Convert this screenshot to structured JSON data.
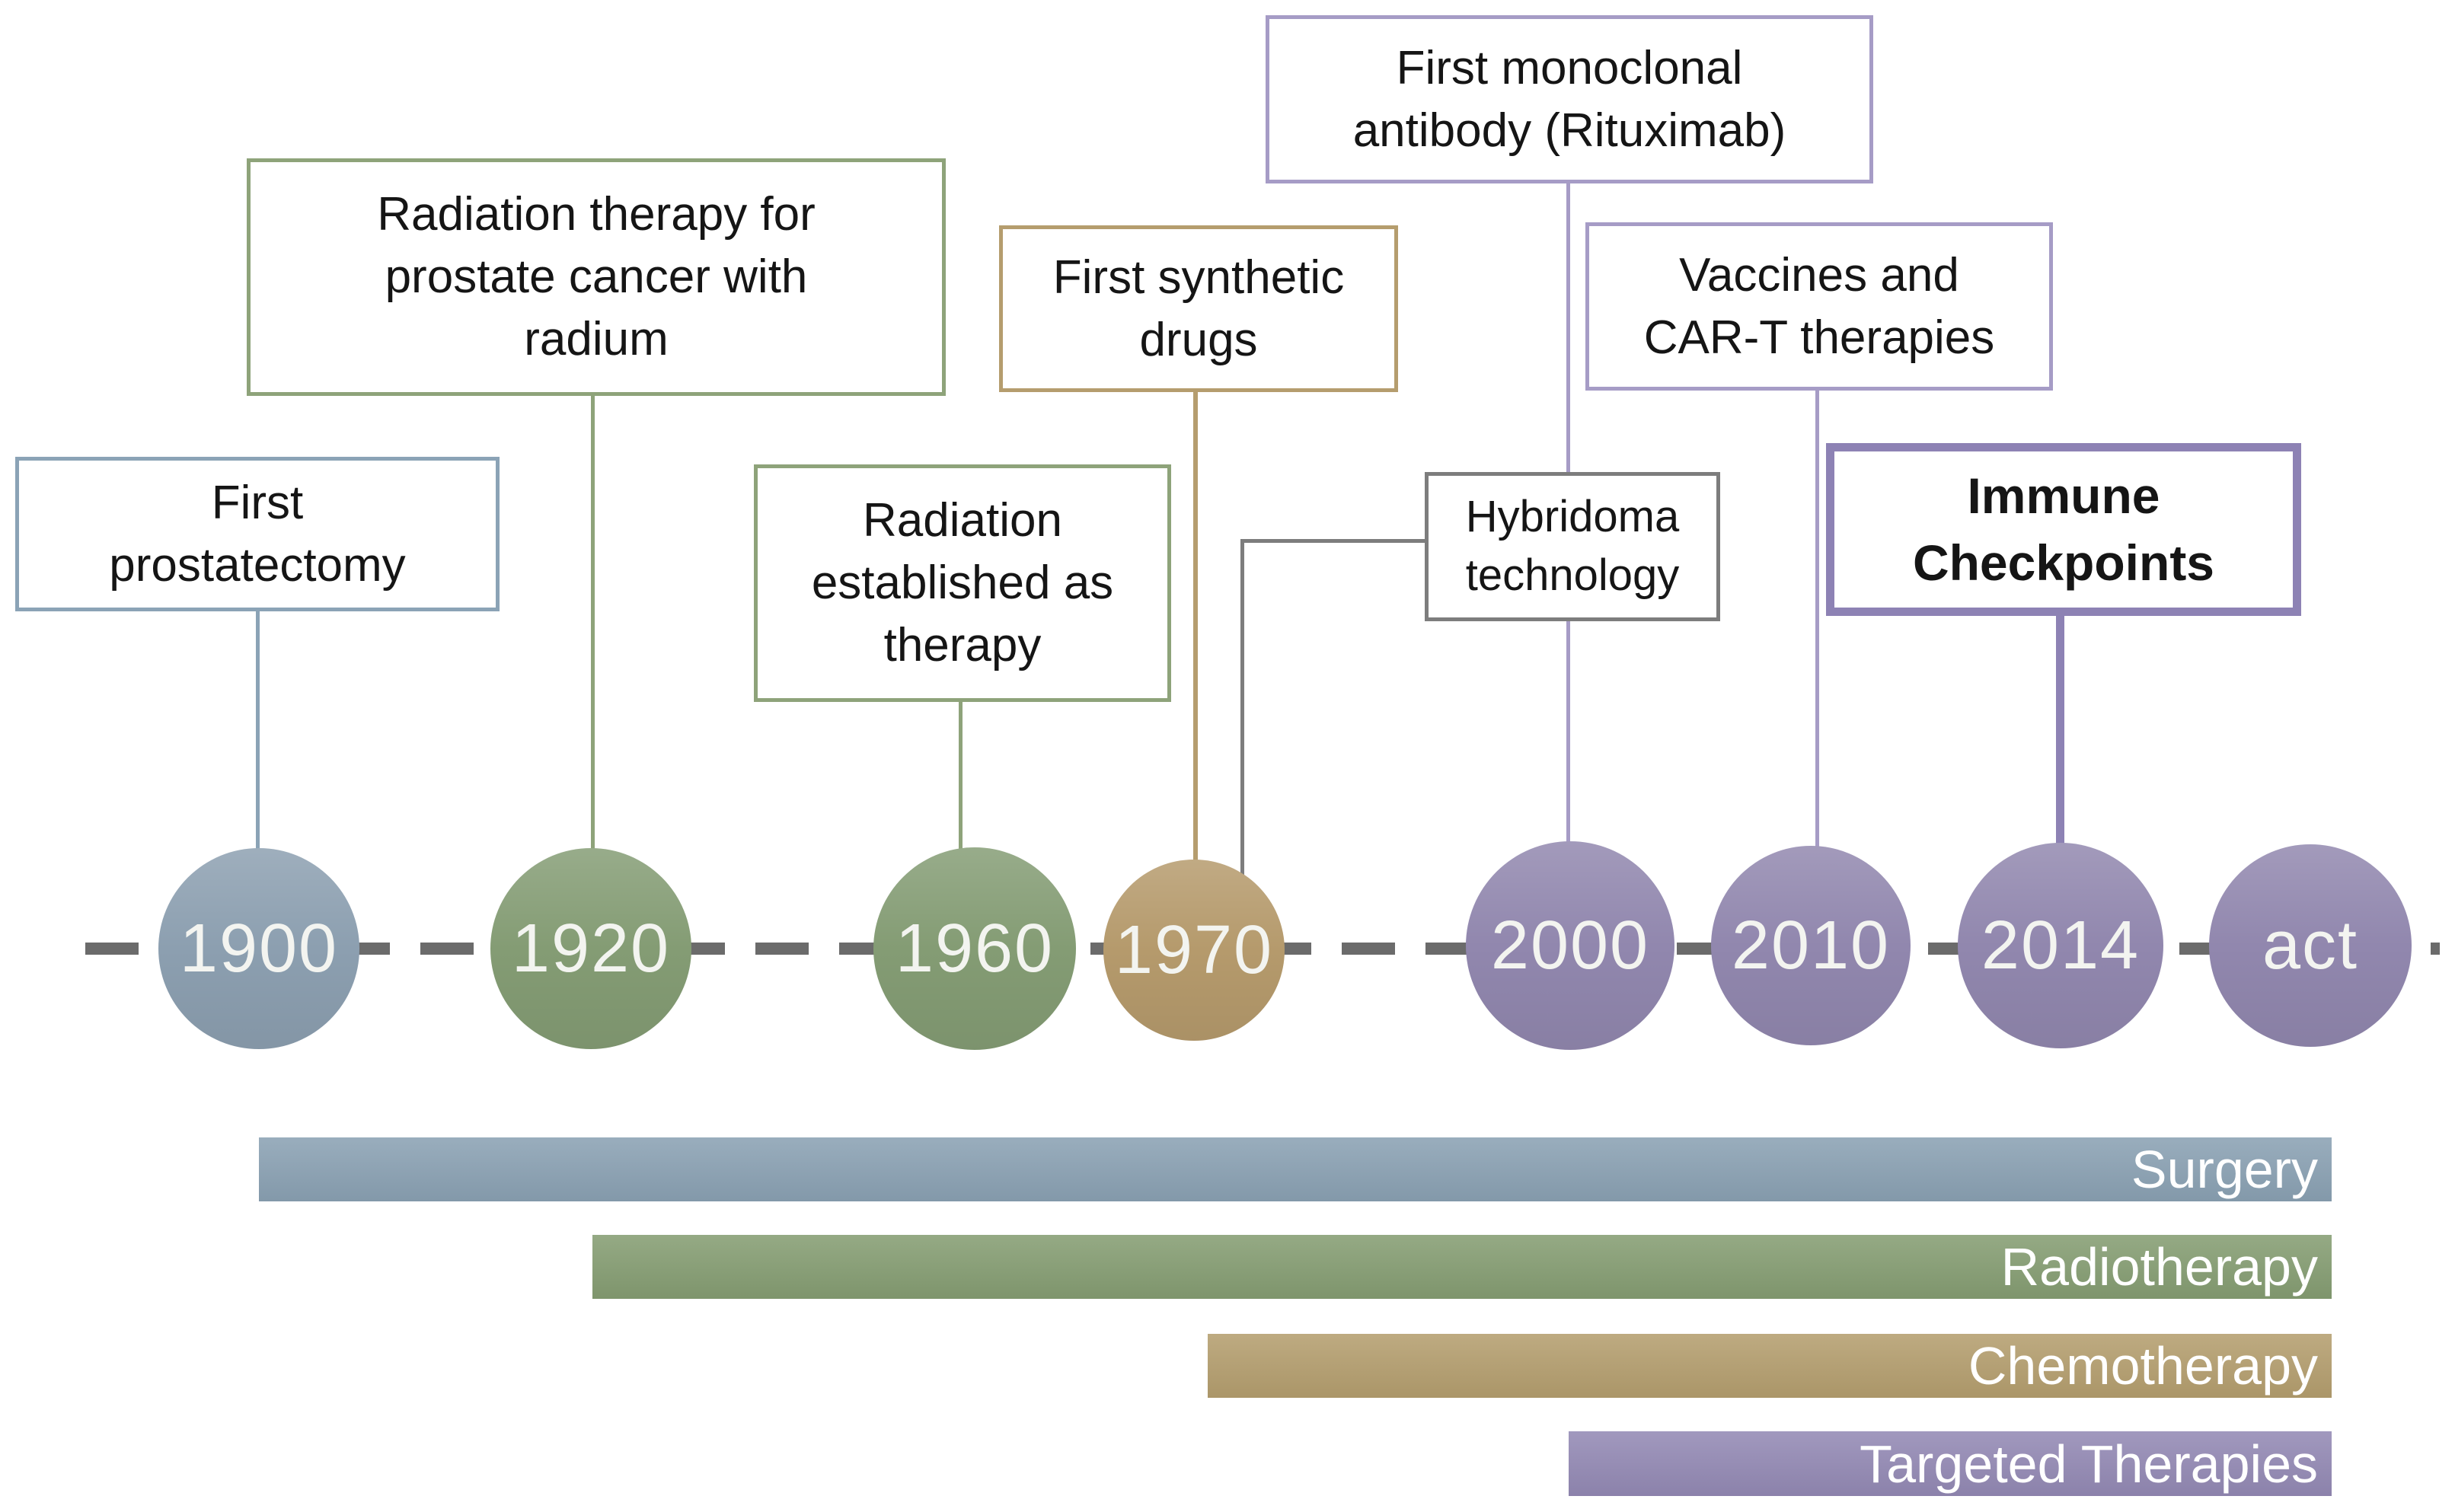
{
  "diagram": {
    "axis": {
      "style": "dashed",
      "color": "#6b6b6b"
    },
    "nodes": [
      {
        "label": "1900",
        "color": "#8c9fb0"
      },
      {
        "label": "1920",
        "color": "#849c74"
      },
      {
        "label": "1960",
        "color": "#849c74"
      },
      {
        "label": "1970",
        "color": "#b59a6c"
      },
      {
        "label": "2000",
        "color": "#9187ae"
      },
      {
        "label": "2010",
        "color": "#9187ae"
      },
      {
        "label": "2014",
        "color": "#9187ae"
      },
      {
        "label": "act",
        "color": "#9187ae"
      }
    ],
    "event_boxes": [
      {
        "lines": [
          "First",
          "prostatectomy"
        ],
        "border_color": "#8ba3b6",
        "connects_to": "1900"
      },
      {
        "lines": [
          "Radiation therapy for",
          "prostate cancer with",
          "radium"
        ],
        "border_color": "#8ea37a",
        "connects_to": "1920"
      },
      {
        "lines": [
          "Radiation",
          "established as",
          "therapy"
        ],
        "border_color": "#8ea37a",
        "connects_to": "1960"
      },
      {
        "lines": [
          "First synthetic",
          "drugs"
        ],
        "border_color": "#b59d6e",
        "connects_to": "1970"
      },
      {
        "lines": [
          "First monoclonal",
          "antibody (Rituximab)"
        ],
        "border_color": "#a69cc6",
        "connects_to": "2000"
      },
      {
        "lines": [
          "Vaccines and",
          "CAR-T therapies"
        ],
        "border_color": "#a69cc6",
        "connects_to": "2010"
      },
      {
        "lines": [
          "Hybridoma",
          "technology"
        ],
        "border_color": "#7d7d7d",
        "connects_to": "1970"
      },
      {
        "lines": [
          "Immune",
          "Checkpoints"
        ],
        "border_color": "#8d82b4",
        "connects_to": "2014",
        "emphasis": true
      }
    ],
    "connector_colors": {
      "blue": "#8ba3b6",
      "green": "#8ea37a",
      "tan": "#b59d6e",
      "light_purple": "#a69cc6",
      "dark_purple": "#8d82b4",
      "gray": "#7d7d7d"
    },
    "era_bars": [
      {
        "label": "Surgery",
        "color": "#8aa1b3",
        "starts_at": "1900"
      },
      {
        "label": "Radiotherapy",
        "color": "#859d72",
        "starts_at": "1920"
      },
      {
        "label": "Chemotherapy",
        "color": "#b49e6e",
        "starts_at": "1970"
      },
      {
        "label": "Targeted Therapies",
        "color": "#9389b4",
        "starts_at": "2000"
      }
    ]
  }
}
